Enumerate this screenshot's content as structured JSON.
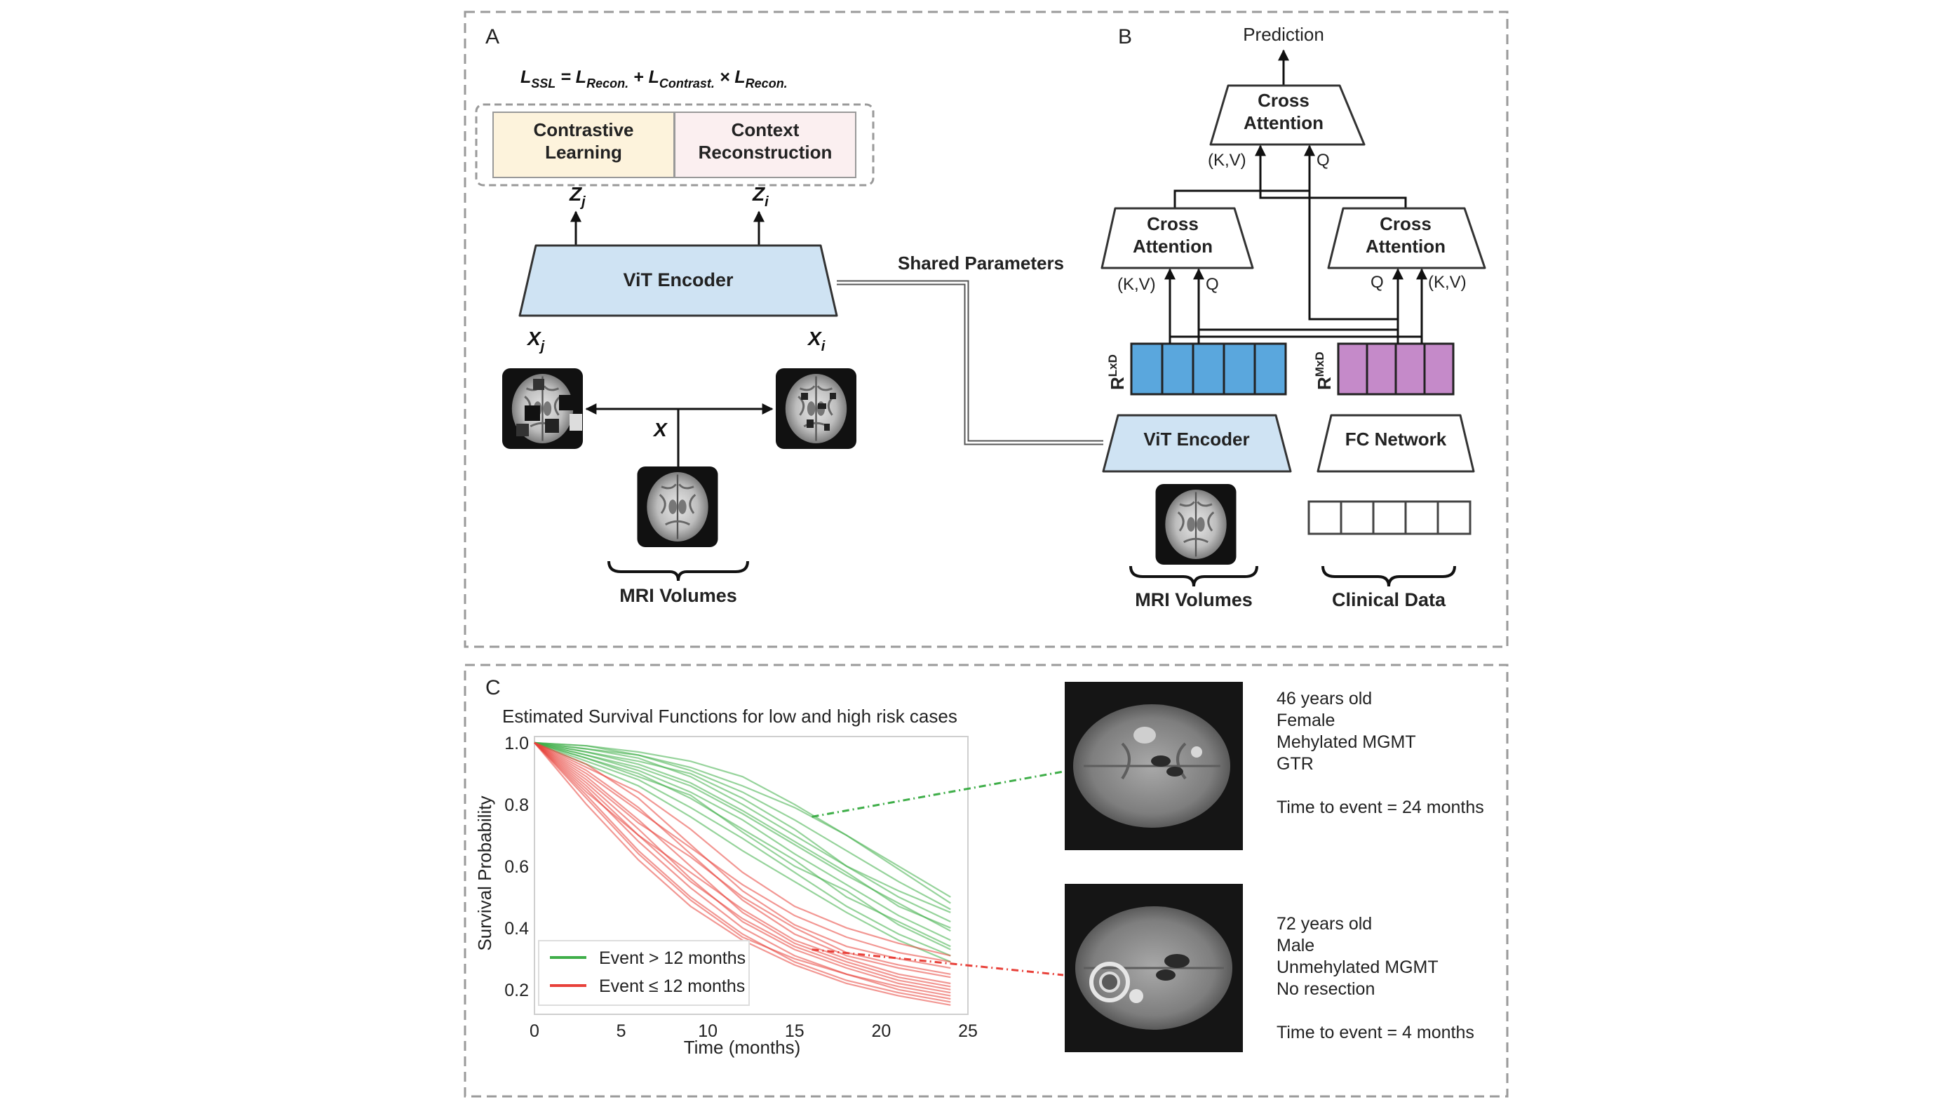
{
  "panelA": {
    "letter": "A",
    "formula": {
      "l1": "L",
      "s1": "SSL",
      "eq": " = ",
      "l2": "L",
      "s2": "Recon.",
      "plus": " + ",
      "l3": "L",
      "s3": "Contrast.",
      "times": " × ",
      "l4": "L",
      "s4": "Recon."
    },
    "contrastive": [
      "Contrastive",
      "Learning"
    ],
    "context": [
      "Context",
      "Reconstruction"
    ],
    "z_j": {
      "main": "Z",
      "sub": "j"
    },
    "z_i": {
      "main": "Z",
      "sub": "i"
    },
    "encoder": "ViT Encoder",
    "x_j": {
      "main": "X",
      "sub": "j"
    },
    "x_i": {
      "main": "X",
      "sub": "i"
    },
    "x": "X",
    "volumes": "MRI Volumes"
  },
  "shared": "Shared Parameters",
  "panelB": {
    "letter": "B",
    "prediction": "Prediction",
    "cross_attention": [
      "Cross",
      "Attention"
    ],
    "kv": "(K,V)",
    "q": "Q",
    "r_lxd": {
      "main": "R",
      "sup": "LxD"
    },
    "r_mxd": {
      "main": "R",
      "sup": "MxD"
    },
    "encoder": "ViT Encoder",
    "fc": "FC Network",
    "mri": "MRI Volumes",
    "clinical": "Clinical Data"
  },
  "panelC": {
    "letter": "C",
    "case1": [
      "46 years old",
      "Female",
      "Mehylated MGMT",
      "GTR",
      "",
      "Time to event = 24 months"
    ],
    "case2": [
      "72 years old",
      "Male",
      "Unmehylated MGMT",
      "No resection",
      "",
      "Time to event = 4 months"
    ]
  },
  "colors": {
    "green": "#3fae49",
    "red": "#e8413a",
    "blue_box": "#cfe3f3",
    "blue_cell": "#5aa7dd",
    "purple_cell": "#c58ac9",
    "contrastive_fill": "#fdf3dc",
    "context_fill": "#fbeff0"
  },
  "chart_data": {
    "type": "line",
    "title": "Estimated Survival Functions for low and high risk cases",
    "xlabel": "Time (months)",
    "ylabel": "Survival Probability",
    "xlim": [
      0,
      25
    ],
    "ylim": [
      0.12,
      1.02
    ],
    "xticks": [
      0,
      5,
      10,
      15,
      20,
      25
    ],
    "yticks": [
      0.2,
      0.4,
      0.6,
      0.8,
      1.0
    ],
    "grid": false,
    "legend_position": "bottom-left",
    "x": [
      0,
      3,
      6,
      9,
      12,
      15,
      18,
      21,
      24
    ],
    "series": [
      {
        "name": "Event > 12 months",
        "color": "#3fae49",
        "curves": [
          [
            1.0,
            0.99,
            0.97,
            0.94,
            0.89,
            0.8,
            0.7,
            0.6,
            0.5
          ],
          [
            1.0,
            0.98,
            0.96,
            0.92,
            0.86,
            0.79,
            0.7,
            0.59,
            0.48
          ],
          [
            1.0,
            0.99,
            0.96,
            0.91,
            0.84,
            0.75,
            0.65,
            0.55,
            0.46
          ],
          [
            1.0,
            0.97,
            0.94,
            0.9,
            0.82,
            0.72,
            0.6,
            0.52,
            0.45
          ],
          [
            1.0,
            0.98,
            0.95,
            0.89,
            0.8,
            0.7,
            0.6,
            0.5,
            0.42
          ],
          [
            1.0,
            0.97,
            0.93,
            0.87,
            0.78,
            0.68,
            0.58,
            0.47,
            0.4
          ],
          [
            1.0,
            0.96,
            0.91,
            0.84,
            0.75,
            0.64,
            0.54,
            0.44,
            0.36
          ],
          [
            1.0,
            0.95,
            0.9,
            0.82,
            0.72,
            0.62,
            0.5,
            0.42,
            0.34
          ],
          [
            1.0,
            0.94,
            0.88,
            0.79,
            0.69,
            0.58,
            0.47,
            0.38,
            0.31
          ],
          [
            1.0,
            0.93,
            0.86,
            0.76,
            0.65,
            0.55,
            0.45,
            0.36,
            0.29
          ],
          [
            1.0,
            0.95,
            0.89,
            0.83,
            0.71,
            0.6,
            0.52,
            0.41,
            0.33
          ],
          [
            1.0,
            0.96,
            0.92,
            0.86,
            0.77,
            0.67,
            0.57,
            0.48,
            0.39
          ]
        ]
      },
      {
        "name": "Event ≤ 12 months",
        "color": "#e8413a",
        "curves": [
          [
            1.0,
            0.93,
            0.82,
            0.67,
            0.52,
            0.41,
            0.34,
            0.3,
            0.27
          ],
          [
            1.0,
            0.91,
            0.79,
            0.64,
            0.49,
            0.38,
            0.31,
            0.27,
            0.24
          ],
          [
            1.0,
            0.89,
            0.75,
            0.6,
            0.45,
            0.35,
            0.29,
            0.24,
            0.21
          ],
          [
            1.0,
            0.87,
            0.72,
            0.56,
            0.42,
            0.33,
            0.27,
            0.22,
            0.19
          ],
          [
            1.0,
            0.85,
            0.68,
            0.53,
            0.4,
            0.31,
            0.25,
            0.2,
            0.17
          ],
          [
            1.0,
            0.83,
            0.65,
            0.5,
            0.38,
            0.29,
            0.23,
            0.19,
            0.16
          ],
          [
            1.0,
            0.8,
            0.62,
            0.47,
            0.36,
            0.28,
            0.22,
            0.18,
            0.15
          ],
          [
            1.0,
            0.88,
            0.74,
            0.63,
            0.5,
            0.4,
            0.32,
            0.28,
            0.25
          ],
          [
            1.0,
            0.9,
            0.78,
            0.66,
            0.54,
            0.44,
            0.37,
            0.32,
            0.29
          ],
          [
            1.0,
            0.84,
            0.7,
            0.58,
            0.46,
            0.36,
            0.3,
            0.25,
            0.22
          ],
          [
            1.0,
            0.92,
            0.84,
            0.72,
            0.58,
            0.47,
            0.4,
            0.35,
            0.31
          ],
          [
            1.0,
            0.86,
            0.7,
            0.55,
            0.43,
            0.34,
            0.28,
            0.23,
            0.2
          ],
          [
            1.0,
            0.82,
            0.64,
            0.49,
            0.37,
            0.3,
            0.25,
            0.21,
            0.18
          ]
        ]
      }
    ]
  }
}
